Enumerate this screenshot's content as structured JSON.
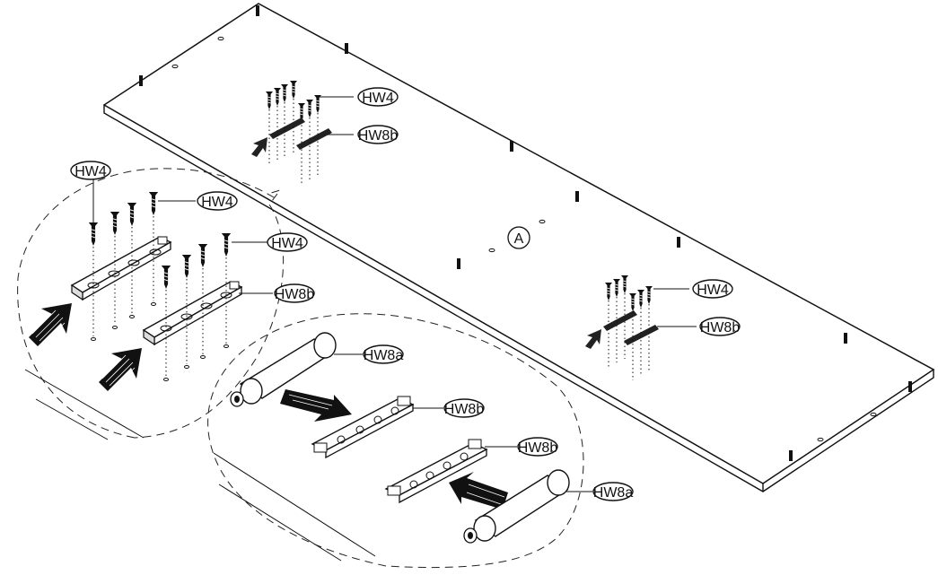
{
  "panel_marker": "A",
  "colors": {
    "ink": "#111111",
    "paper": "#ffffff",
    "dark_fill": "#2a2a2a"
  },
  "hardware": {
    "screw": "HW4",
    "plate": "HW8b",
    "damper": "HW8a"
  },
  "icons": [
    "push-arrow-icon",
    "screw-icon",
    "damper-icon",
    "mounting-plate-icon"
  ]
}
